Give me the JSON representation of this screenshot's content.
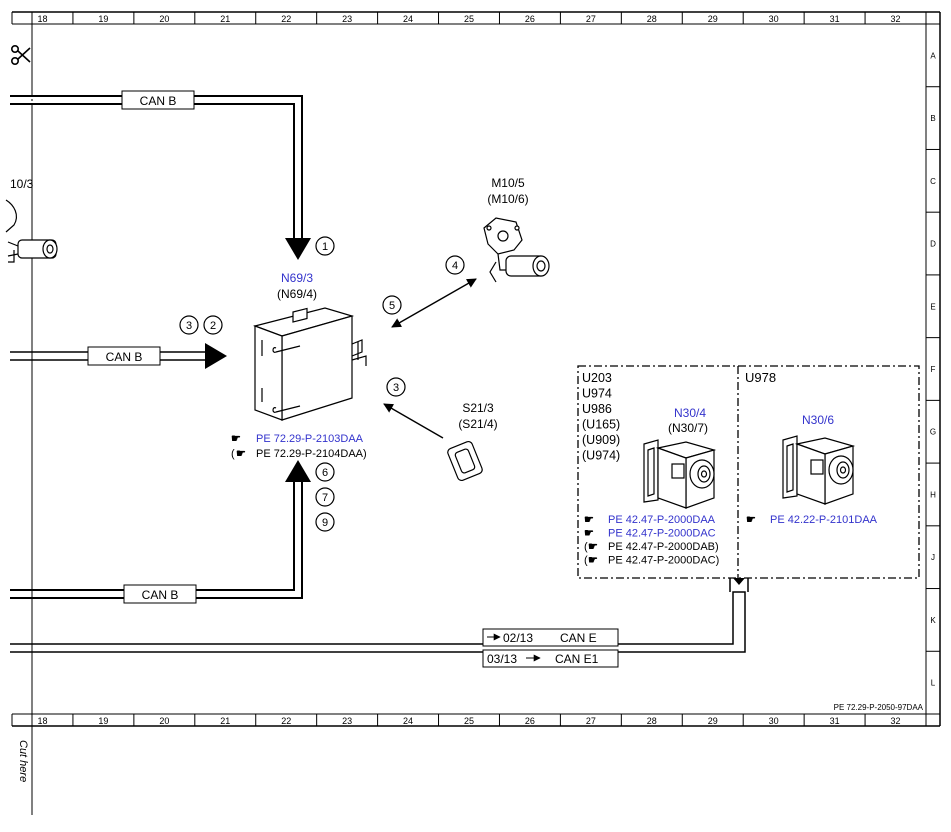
{
  "grid": {
    "columns": [
      "18",
      "19",
      "20",
      "21",
      "22",
      "23",
      "24",
      "25",
      "26",
      "27",
      "28",
      "29",
      "30",
      "31",
      "32"
    ],
    "rows": [
      "A",
      "B",
      "C",
      "D",
      "E",
      "F",
      "G",
      "H",
      "J",
      "K",
      "L"
    ]
  },
  "cut_label": "Cut here",
  "colors": {
    "line": "#000000",
    "link": "#3333cc",
    "paper": "#ffffff"
  },
  "bus_labels": {
    "top": "CAN B",
    "middle": "CAN B",
    "bottom": "CAN B",
    "can_e": "CAN E",
    "can_e1": "CAN E1",
    "ref_can_e": "02/13",
    "ref_can_e1": "03/13"
  },
  "left_component": {
    "label": "10/3"
  },
  "n69": {
    "name": "N69/3",
    "alt": "(N69/4)",
    "ref1": "PE 72.29-P-2103DAA",
    "ref2": "PE 72.29-P-2104DAA)",
    "ref2_prefix": "("
  },
  "m10": {
    "name": "M10/5",
    "alt": "(M10/6)"
  },
  "s21": {
    "name": "S21/3",
    "alt": "(S21/4)"
  },
  "circles": {
    "c_top": "1",
    "c_left_a": "3",
    "c_left_b": "2",
    "c_m10": "4",
    "c_n69_right": "5",
    "c_s21": "3",
    "c_bottom_a": "6",
    "c_bottom_b": "7",
    "c_bottom_c": "9"
  },
  "box_left": {
    "models": [
      "U203",
      "U974",
      "U986",
      "(U165)",
      "(U909)",
      "(U974)"
    ],
    "name": "N30/4",
    "alt": "(N30/7)",
    "refs": [
      {
        "text": "PE 42.47-P-2000DAA",
        "link": true
      },
      {
        "text": "PE 42.47-P-2000DAC",
        "link": true
      },
      {
        "text": "PE 42.47-P-2000DAB)",
        "link": false,
        "prefix": "("
      },
      {
        "text": "PE 42.47-P-2000DAC)",
        "link": false,
        "prefix": "("
      }
    ]
  },
  "box_right": {
    "model": "U978",
    "name": "N30/6",
    "ref": "PE 42.22-P-2101DAA"
  },
  "footer_ref": "PE 72.29-P-2050-97DAA"
}
